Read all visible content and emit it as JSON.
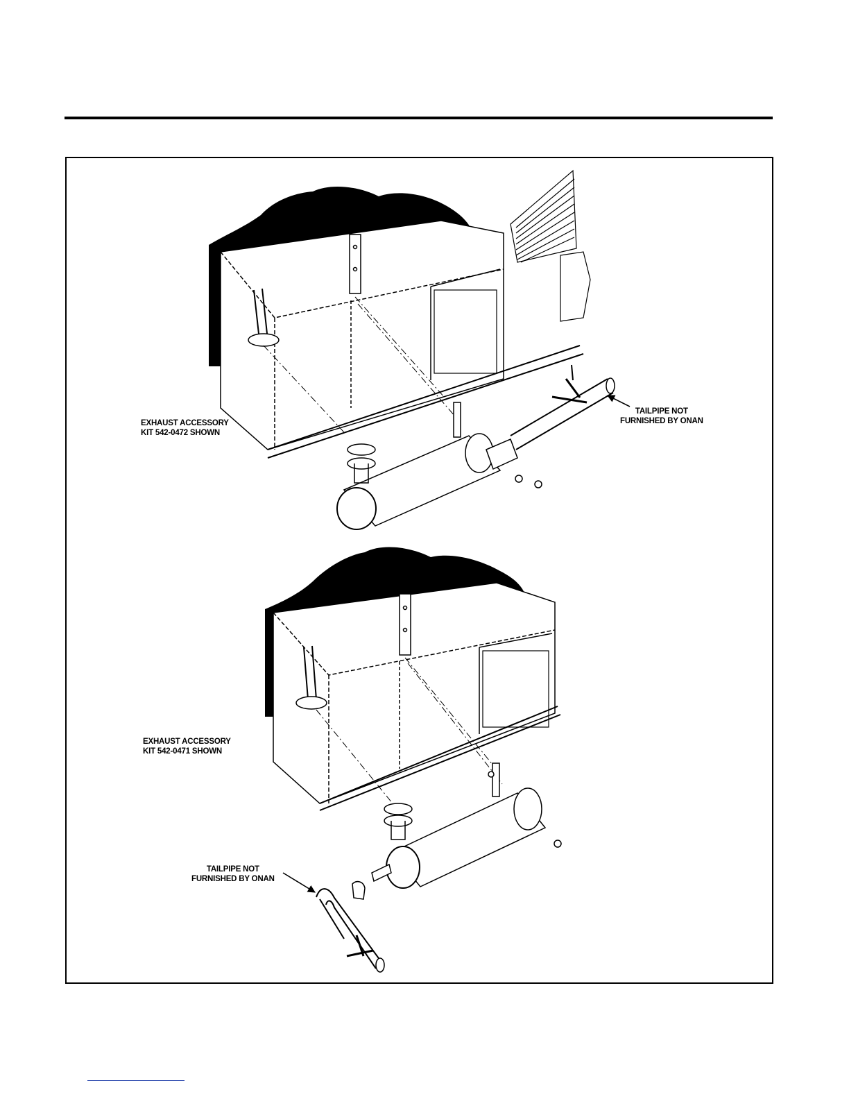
{
  "figure": {
    "upper": {
      "kit_label": [
        "EXHAUST ACCESSORY",
        "KIT 542-0472 SHOWN"
      ],
      "tailpipe_label": [
        "TAILPIPE NOT",
        "FURNISHED BY ONAN"
      ]
    },
    "lower": {
      "kit_label": [
        "EXHAUST ACCESSORY",
        "KIT 542-0471 SHOWN"
      ],
      "tailpipe_label": [
        "TAILPIPE NOT",
        "FURNISHED BY ONAN"
      ]
    }
  }
}
